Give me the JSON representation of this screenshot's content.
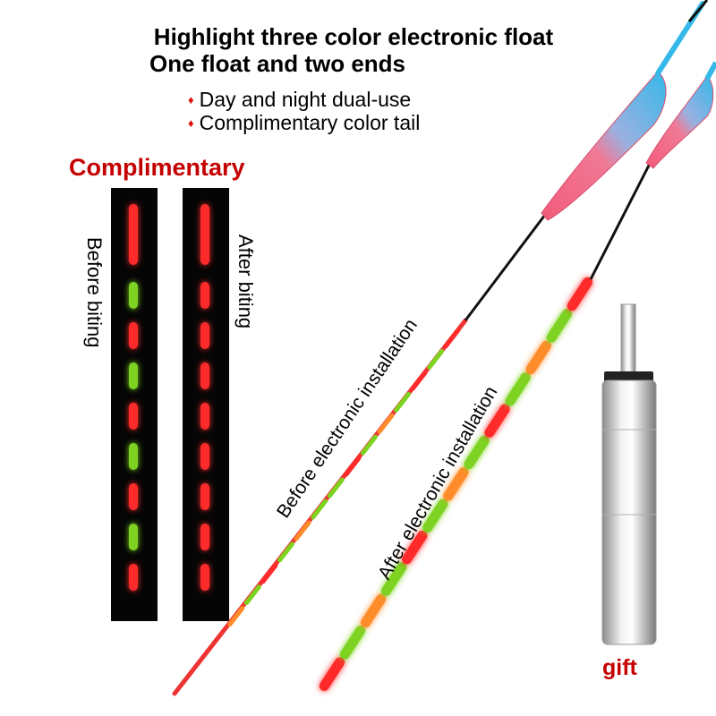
{
  "header": {
    "title_line1": "Highlight three color electronic float",
    "title_line2": "One float and two ends"
  },
  "features": [
    {
      "text": "Day and night dual-use"
    },
    {
      "text": "Complimentary color tail"
    }
  ],
  "bullet_symbol": "♦",
  "complimentary_label": "Complimentary",
  "strip_labels": {
    "before": "Before biting",
    "after": "After biting"
  },
  "float_labels": {
    "before": "Before electronic installation",
    "after": "After electronic installation"
  },
  "gift_label": "gift",
  "colors": {
    "title": "#000000",
    "accent_red": "#c50000",
    "glow_red": "#ff2a2a",
    "glow_green": "#7ed321",
    "glow_orange": "#ff8c2a",
    "float_pink": "#f25a7a",
    "float_blue": "#35b8ea",
    "strip_bg": "#050505"
  }
}
